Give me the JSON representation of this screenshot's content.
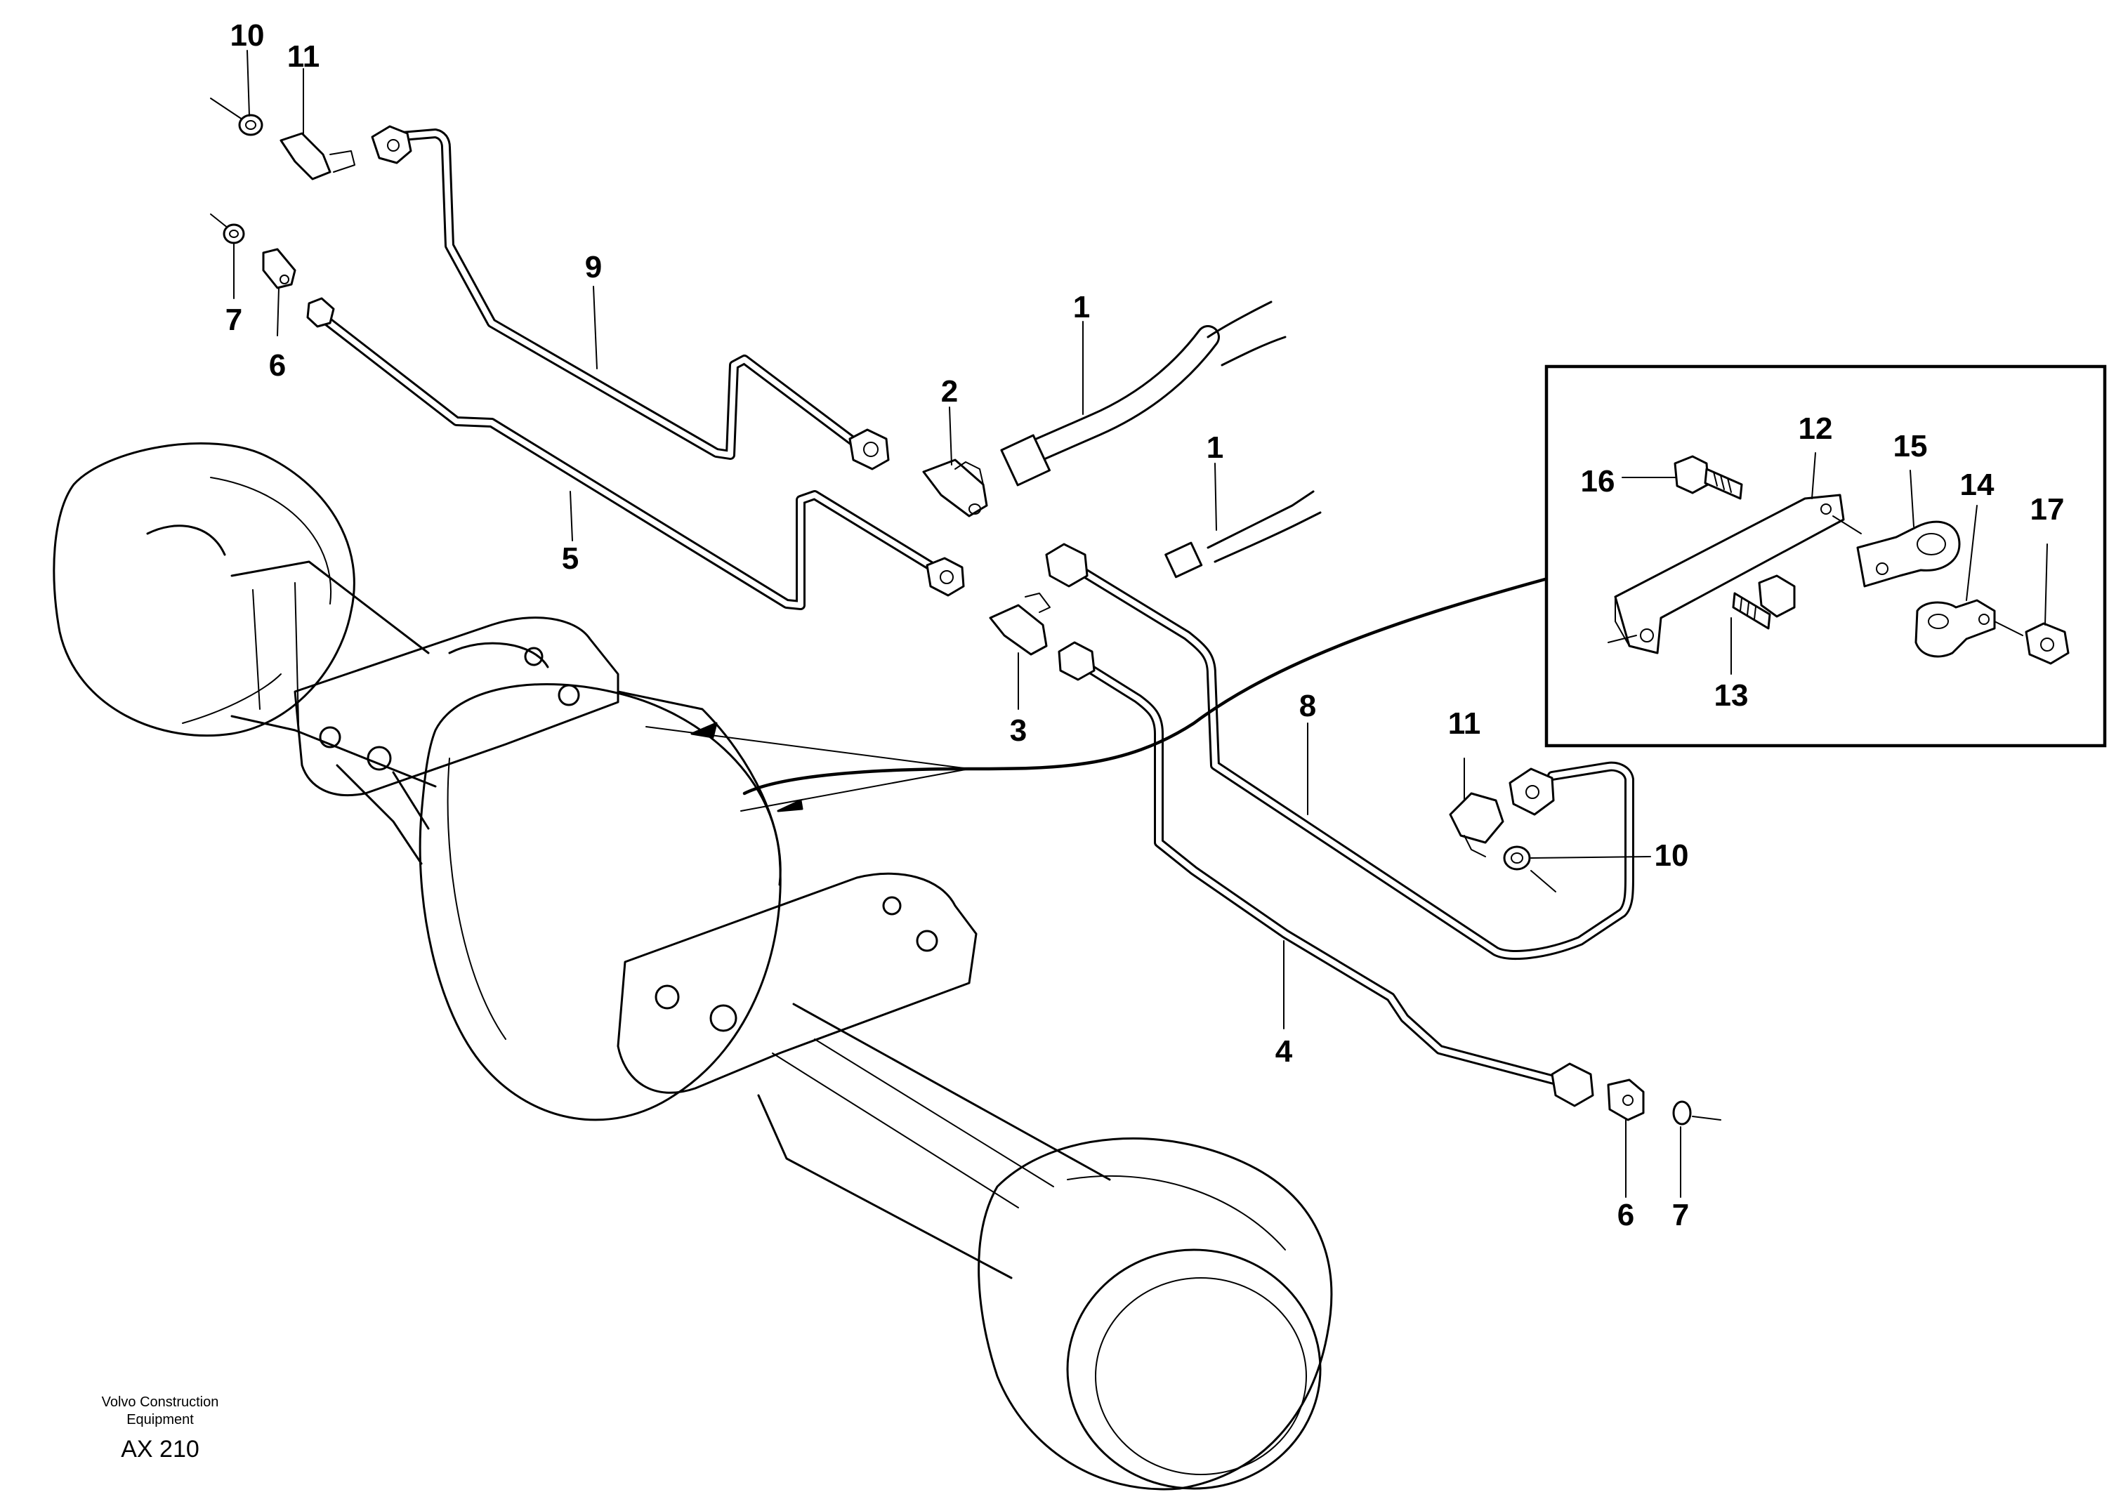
{
  "callouts": {
    "c10_top": "10",
    "c11_top": "11",
    "c7_left": "7",
    "c6_left": "6",
    "c9": "9",
    "c5": "5",
    "c1_top": "1",
    "c2": "2",
    "c1_mid": "1",
    "c3": "3",
    "c8": "8",
    "c4": "4",
    "c11_right": "11",
    "c10_right": "10",
    "c6_bottom": "6",
    "c7_bottom": "7",
    "c12": "12",
    "c15": "15",
    "c16": "16",
    "c14": "14",
    "c17": "17",
    "c13": "13"
  },
  "footer": {
    "company_line1": "Volvo Construction",
    "company_line2": "Equipment",
    "code": "AX 210"
  }
}
